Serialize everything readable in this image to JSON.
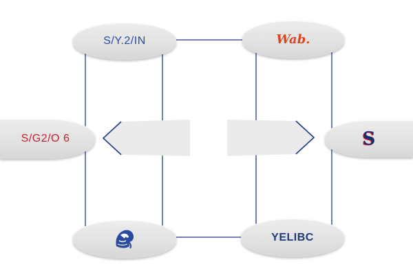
{
  "bracket": {
    "top_left": {
      "label": "S/Y.2/IN"
    },
    "top_right": {
      "label": "Wab."
    },
    "mid_left": {
      "label": "S/G2/O 6"
    },
    "mid_right": {
      "label": "S"
    },
    "bottom_left": {
      "icon": "mascot-head-icon"
    },
    "bottom_right": {
      "label": "YELIBC"
    },
    "center_left": {
      "label": ""
    },
    "center_right": {
      "label": ""
    }
  },
  "colors": {
    "line": "#1f3a8a",
    "slot_fill": "#ebebeb",
    "red_accent": "#c8202f",
    "orange_accent": "#d9481f",
    "navy": "#1d2c6b"
  }
}
